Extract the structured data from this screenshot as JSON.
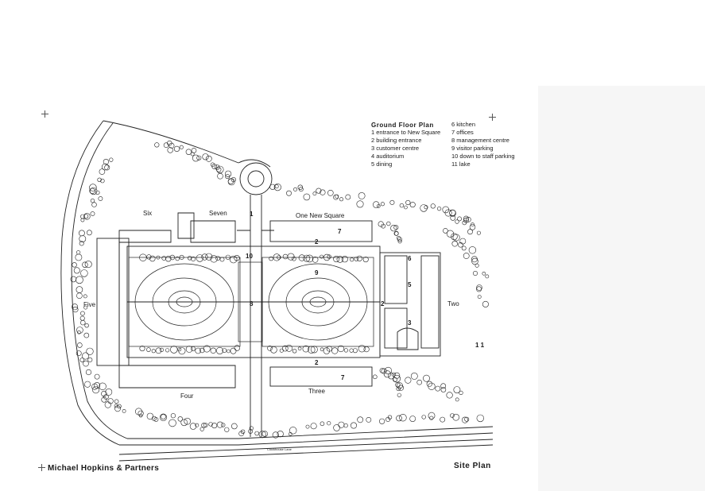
{
  "legend": {
    "title": "Ground Floor Plan",
    "items_col1": [
      "1 entrance to New Square",
      "2 building entrance",
      "3 customer centre",
      "4 auditorium",
      "5 dining"
    ],
    "items_col2": [
      "6 kitchen",
      "7 offices",
      "8 management centre",
      "9 visitor parking",
      "10 down to staff parking",
      "11 lake"
    ]
  },
  "buildings": {
    "six": "Six",
    "seven": "Seven",
    "one_new_square": "One New Square",
    "five": "Five",
    "four": "Four",
    "three": "Three",
    "two": "Two"
  },
  "numbers": {
    "n1": "1",
    "n2_top": "2",
    "n2_right": "2",
    "n2_bottom": "2",
    "n3": "3",
    "n5": "5",
    "n6": "6",
    "n7_top": "7",
    "n7_bottom": "7",
    "n8": "8",
    "n9": "9",
    "n10": "10",
    "n11": "1 1"
  },
  "road_label": "Clockhouse Lane",
  "footer": {
    "firm": "Michael Hopkins & Partners",
    "title": "Site Plan"
  },
  "colors": {
    "ink": "#1a1a1a",
    "paper": "#ffffff"
  }
}
